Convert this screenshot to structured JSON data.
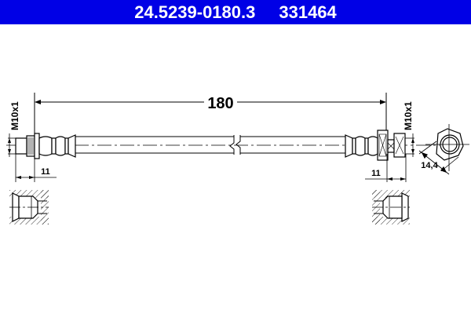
{
  "header": {
    "part_number": "24.5239-0180.3",
    "ref_number": "331464",
    "background_color": "#0000e6",
    "text_color": "#ffffff"
  },
  "drawing": {
    "overall_length": "180",
    "left_thread": "M10x1",
    "right_thread": "M10x1",
    "left_fitting_length": "11",
    "right_fitting_length": "11",
    "hex_size": "14,4",
    "line_color": "#000000"
  }
}
